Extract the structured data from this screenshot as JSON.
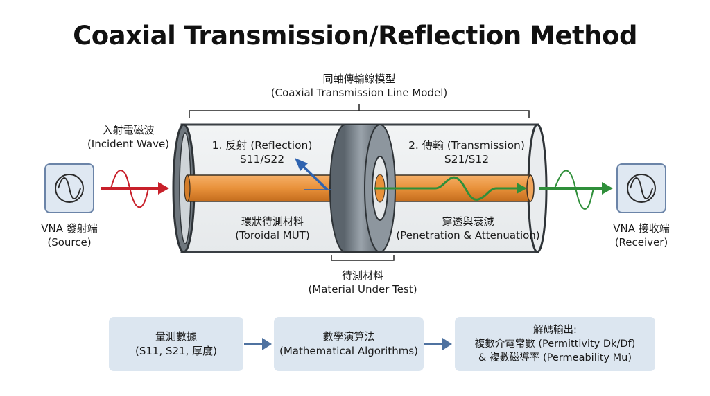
{
  "title": "Coaxial Transmission/Reflection Method",
  "model": {
    "zh": "同軸傳輸線模型",
    "en": "(Coaxial Transmission Line Model)"
  },
  "incident": {
    "zh": "入射電磁波",
    "en": "(Incident Wave)"
  },
  "source": {
    "zh": "VNA 發射端",
    "en": "(Source)"
  },
  "receiver": {
    "zh": "VNA 接收端",
    "en": "(Receiver)"
  },
  "reflection": {
    "title": "1. 反射 (Reflection)",
    "params": "S11/S22"
  },
  "transmission": {
    "title": "2. 傳輸 (Transmission)",
    "params": "S21/S12"
  },
  "toroid": {
    "zh": "環狀待測材料",
    "en": "(Toroidal MUT)"
  },
  "penetration": {
    "zh": "穿透與衰減",
    "en": "(Penetration & Attenuation)"
  },
  "mut": {
    "zh": "待測材料",
    "en": "(Material Under Test)"
  },
  "steps": [
    {
      "lines": [
        "量測數據",
        "(S11, S21, 厚度)"
      ]
    },
    {
      "lines": [
        "數學演算法",
        "(Mathematical Algorithms)"
      ]
    },
    {
      "lines": [
        "解碼輸出:",
        "複數介電常數 (Permittivity Dk/Df)",
        "& 複數磁導率 (Permeability Mu)"
      ]
    }
  ],
  "colors": {
    "incident": "#c8202a",
    "reflection": "#2f63b0",
    "transmission": "#2f8f3a",
    "conductor": "#e8913a",
    "toroid": "#6d7780",
    "box": "#dce6f0",
    "arrow": "#4f72a0"
  }
}
